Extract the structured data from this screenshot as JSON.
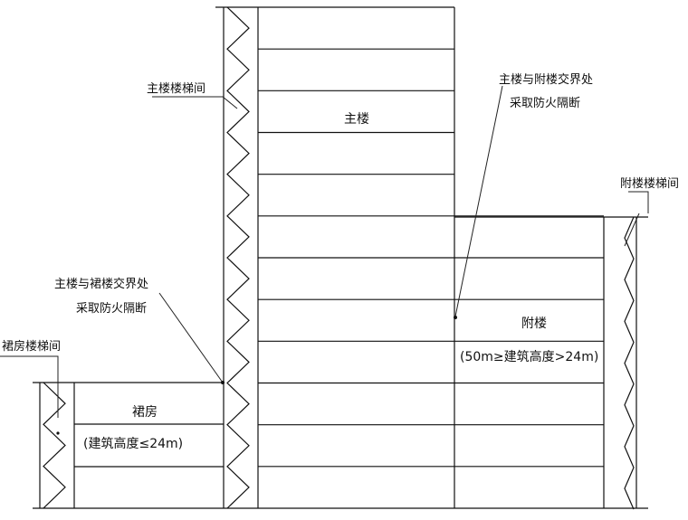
{
  "labels": {
    "main_stair": "主楼楼梯间",
    "main_building": "主楼",
    "main_annex_line1": "主楼与附楼交界处",
    "main_annex_line2": "采取防火隔断",
    "annex_stair": "附楼楼梯间",
    "main_podium_line1": "主楼与裙楼交界处",
    "main_podium_line2": "采取防火隔断",
    "podium_stair": "裙房楼梯间",
    "annex": "附楼",
    "annex_height": "(50m≥建筑高度>24m)",
    "podium": "裙房",
    "podium_height": "(建筑高度≤24m)"
  }
}
